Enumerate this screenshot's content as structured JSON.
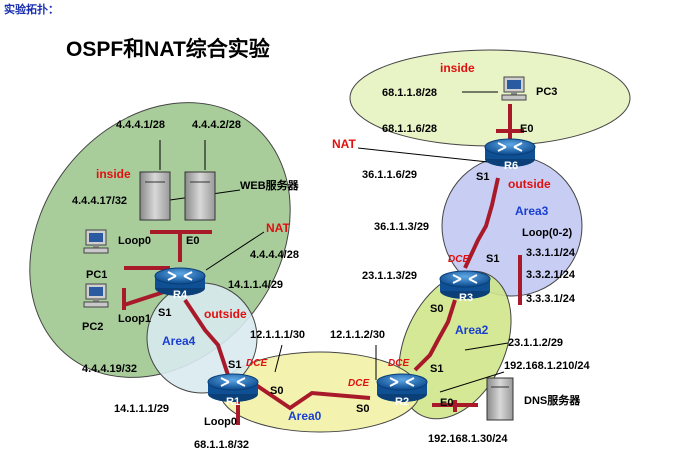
{
  "heading": "实验拓扑：",
  "title": "OSPF和NAT综合实验",
  "zones": {
    "inside_left": "inside",
    "inside_top": "inside",
    "outside_r4": "outside",
    "outside_r6": "outside",
    "nat_r4": "NAT",
    "nat_r6": "NAT"
  },
  "areas": {
    "area0": "Area0",
    "area2": "Area2",
    "area3": "Area3",
    "area4": "Area4"
  },
  "routers": {
    "r1": "R1",
    "r2": "R2",
    "r3": "R3",
    "r4": "R4",
    "r6": "R6"
  },
  "devices": {
    "pc1": "PC1",
    "pc2": "PC2",
    "pc3": "PC3",
    "web": "WEB服务器",
    "dns": "DNS服务器"
  },
  "addresses": {
    "web1": "4.4.4.1/28",
    "web2": "4.4.4.2/28",
    "loop0_r4": "4.4.4.17/32",
    "r4_e0": "4.4.4.4/28",
    "r4_s1": "14.1.1.4/29",
    "loop1_r4": "4.4.4.19/32",
    "r1_s1": "14.1.1.1/29",
    "r1_loop0": "68.1.1.8/32",
    "r1_s0": "12.1.1.1/30",
    "r2_s0": "12.1.1.2/30",
    "r2_s1": "23.1.1.2/29",
    "r2_e0": "192.168.1.210/24",
    "dns": "192.168.1.30/24",
    "r3_s0": "23.1.1.3/29",
    "r3_s1": "36.1.1.3/29",
    "r3_loop1": "3.3.1.1/24",
    "r3_loop2": "3.3.2.1/24",
    "r3_loop3": "3.3.3.1/24",
    "r6_s1": "36.1.1.6/29",
    "r6_e0": "68.1.1.6/28",
    "pc3": "68.1.1.8/28"
  },
  "ports": {
    "loop0": "Loop0",
    "loop1": "Loop1",
    "r1_loop0": "Loop0",
    "r3_loops": "Loop(0-2)",
    "e0_r4": "E0",
    "s1_r4": "S1",
    "s1_r1": "S1",
    "dce_r1": "DCE",
    "s0_r1": "S0",
    "s0_r2": "S0",
    "dce_r2a": "DCE",
    "dce_r2b": "DCE",
    "s1_r2": "S1",
    "e0_r2": "E0",
    "s0_r3": "S0",
    "s1_r3": "S1",
    "dce_r3": "DCE",
    "s1_r6": "S1",
    "e0_r6": "E0"
  },
  "colors": {
    "inside_fill": "#9fc890",
    "inside_top_fill": "#e6f2c0",
    "area0_fill": "#f2f2a6",
    "area2_fill": "#cfe68a",
    "area3_fill": "#c2c8f2",
    "area4_fill": "#d8eaf0",
    "link": "#a81a2a",
    "router": "#1a6fb8"
  }
}
